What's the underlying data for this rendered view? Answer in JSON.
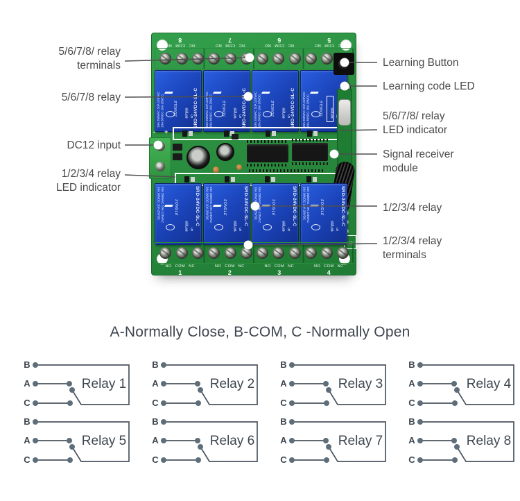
{
  "callouts": {
    "left": [
      {
        "label": "5/6/7/8/ relay terminals"
      },
      {
        "label": "5/6/7/8 relay"
      },
      {
        "label": "DC12 input"
      },
      {
        "label": "1/2/3/4 relay LED indicator"
      }
    ],
    "right": [
      {
        "label": "Learning Button"
      },
      {
        "label": "Learning code LED"
      },
      {
        "label": "5/6/7/8/ relay LED indicator"
      },
      {
        "label": "Signal receiver module"
      },
      {
        "label": "1/2/3/4 relay"
      },
      {
        "label": "1/2/3/4 relay terminals"
      }
    ]
  },
  "board": {
    "top_channels": [
      "8",
      "7",
      "6",
      "5"
    ],
    "bottom_channels": [
      "1",
      "2",
      "3",
      "4"
    ],
    "top_terminal_label": "NC COM NO",
    "bottom_terminal_label": "NO COM NC",
    "dc_minus": "-",
    "dc_plus": "+",
    "ant_label": "ANT",
    "relay": {
      "brand": "SONGLE",
      "model": "SRD-24VDC-SL-C",
      "rating_line1": "10A 250VAC 10A 125VAC",
      "rating_line2": "10A 30VDC 10A 28VDC",
      "cert": "cULus",
      "pin_number": "5"
    }
  },
  "diagram": {
    "title": "A-Normally Close, B-COM, C -Normally Open",
    "terminals": [
      "B",
      "A",
      "C"
    ],
    "relays": [
      "Relay 1",
      "Relay 2",
      "Relay 3",
      "Relay 4",
      "Relay 5",
      "Relay 6",
      "Relay 7",
      "Relay 8"
    ]
  },
  "colors": {
    "pcb_green": "#2c8f41",
    "terminal_green": "#3fae4e",
    "relay_blue": "#1c46bd",
    "leader_line": "#4f4f4f",
    "diagram_ink": "#4a545e"
  }
}
